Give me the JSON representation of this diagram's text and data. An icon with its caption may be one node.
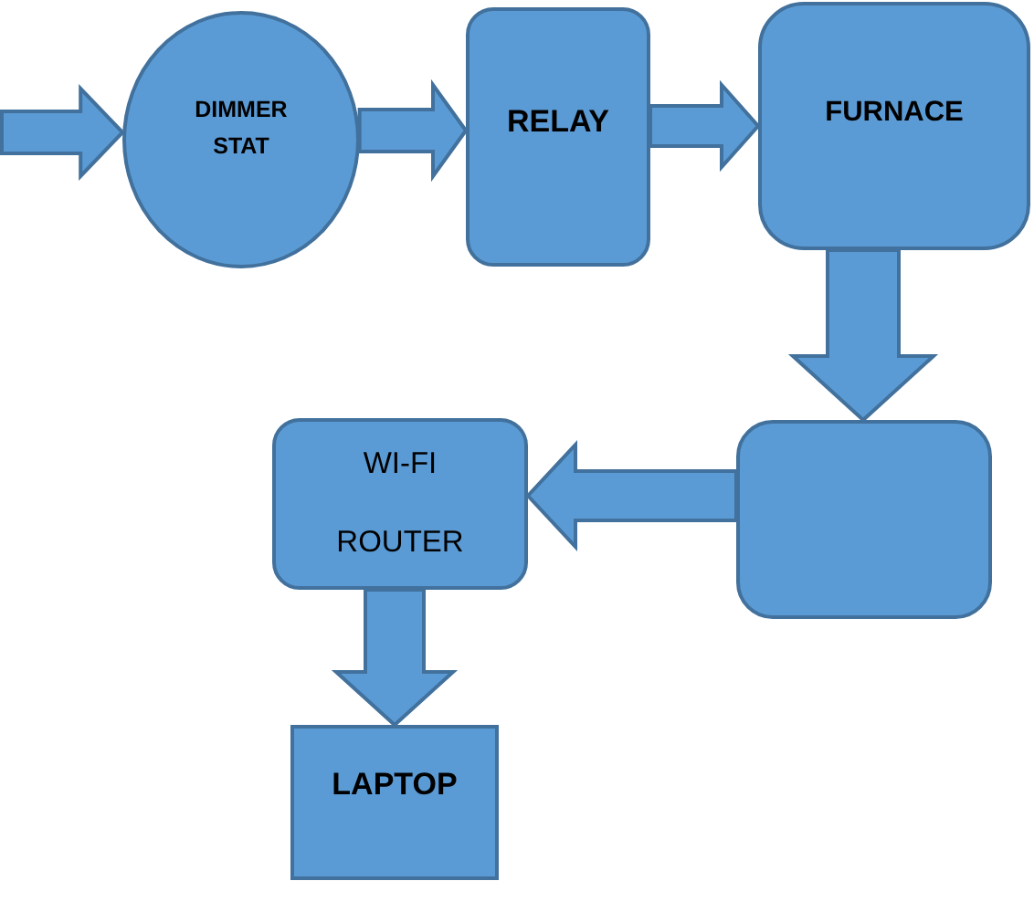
{
  "diagram": {
    "nodes": [
      {
        "text": [
          "DIMMER STAT"
        ]
      },
      {
        "text": [
          "RELAY"
        ]
      },
      {
        "text": [
          "FURNACE"
        ]
      },
      {
        "text": [],
        "shape": "box"
      },
      {
        "text": [
          "WI-FI ROUTER"
        ]
      },
      {
        "text": [
          "LAPTOP"
        ]
      }
    ],
    "edges": [
      {
        "from": null,
        "to": 0,
        "arrow": "to"
      },
      {
        "from": 0,
        "to": 1,
        "arrow": "to"
      },
      {
        "from": 1,
        "to": 2,
        "arrow": "to"
      },
      {
        "from": 2,
        "to": 3,
        "arrow": "to"
      },
      {
        "from": 3,
        "to": 4,
        "arrow": "to"
      },
      {
        "from": 4,
        "to": 5,
        "arrow": "to"
      }
    ]
  }
}
